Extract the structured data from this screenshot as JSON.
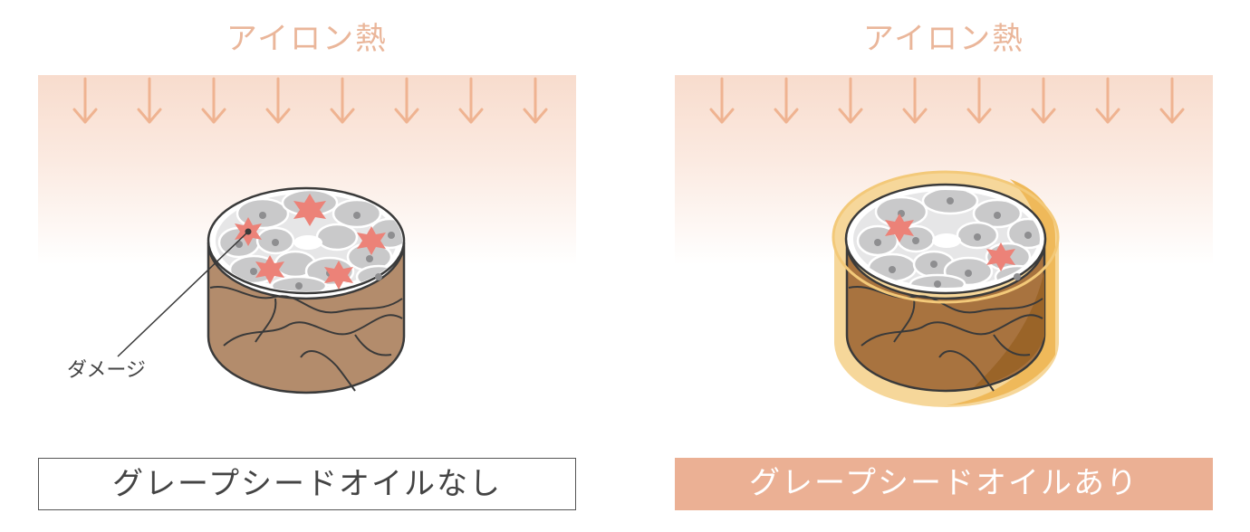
{
  "left_panel": {
    "heat_label": "アイロン熱",
    "callout": "ダメージ",
    "caption": "グレープシードオイルなし"
  },
  "right_panel": {
    "heat_label": "アイロン熱",
    "caption": "グレープシードオイルあり"
  },
  "colors": {
    "heat_text": "#eab69a",
    "heat_band": "#f8dccd",
    "arrow": "#efb391",
    "hair_brown": "#b38c6c",
    "hair_brown_oiled": "#a8733f",
    "oil_glow": "#f0c77a",
    "cell_gray": "#c9c9ca",
    "damage_red": "#ec8278",
    "caption_fill": "#ebb094"
  },
  "icons": {
    "heat_arrow": "arrow-down-icon",
    "damage_mark": "star-burst-icon"
  }
}
